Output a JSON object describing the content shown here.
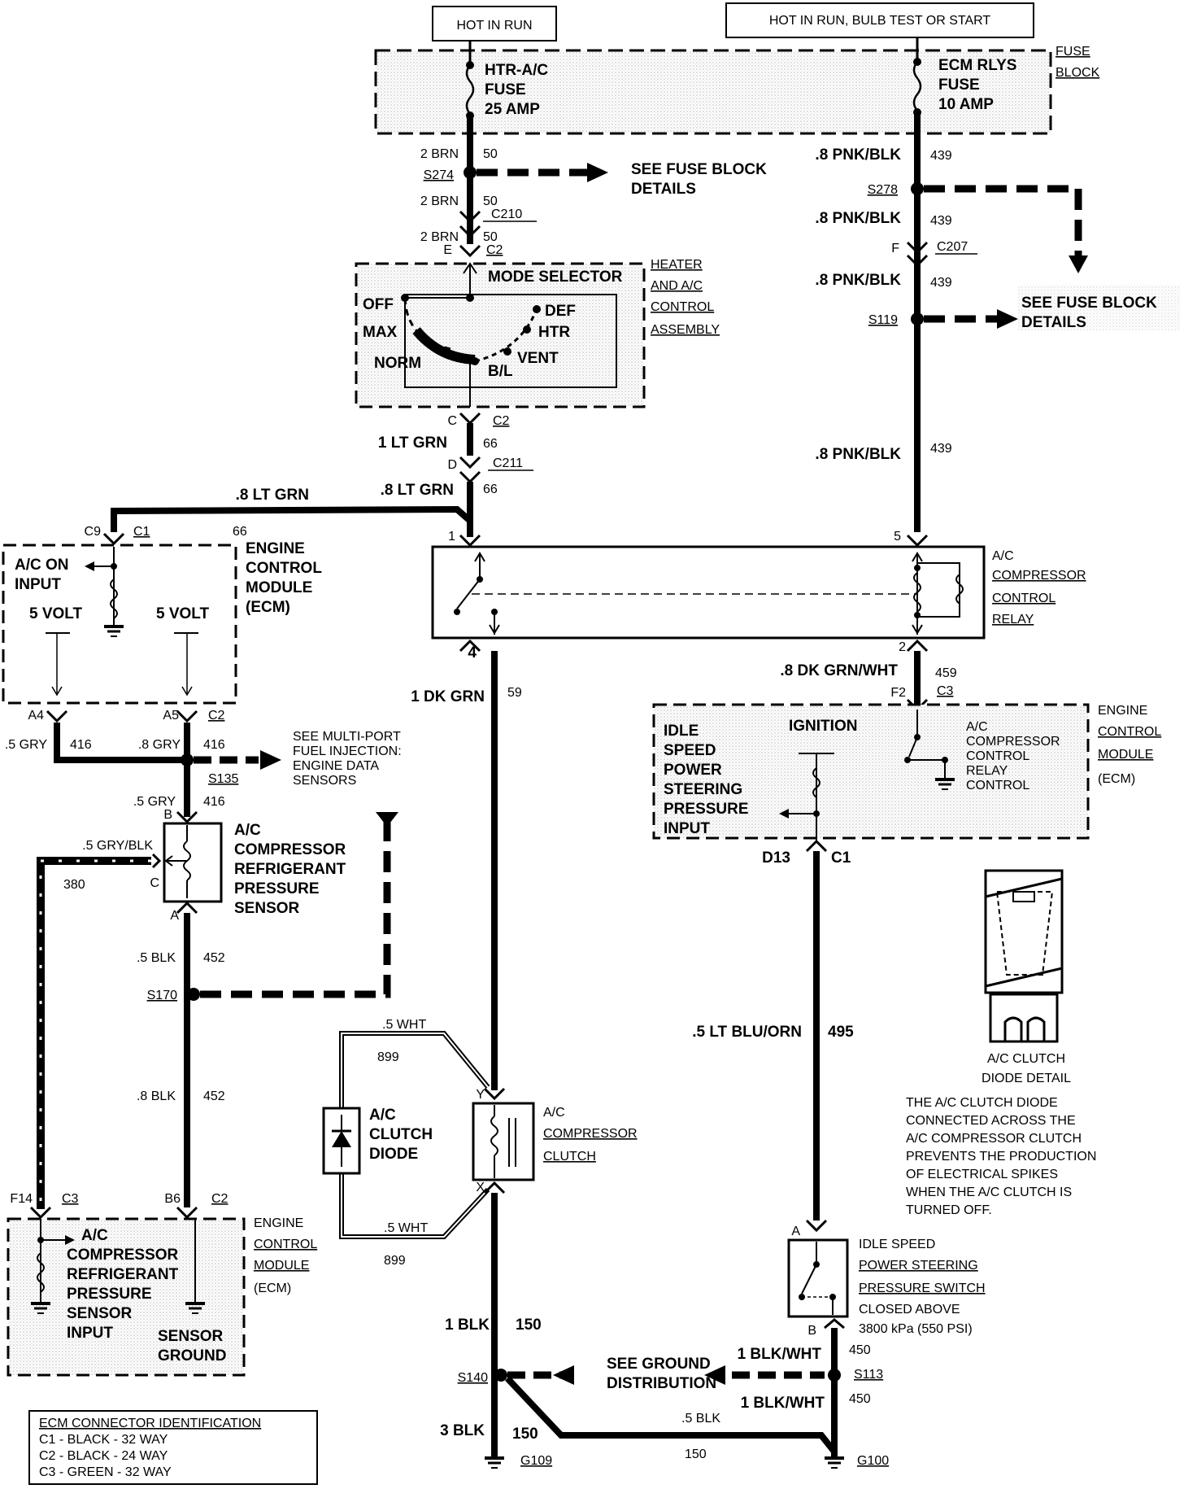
{
  "top_labels": {
    "hot_in_run": "HOT IN RUN",
    "hot_in_run_bulb": "HOT IN RUN, BULB TEST OR START"
  },
  "fuse_block": {
    "label1": "FUSE",
    "label2": "BLOCK",
    "htr_fuse": [
      "HTR-A/C",
      "FUSE",
      "25 AMP"
    ],
    "ecm_fuse": [
      "ECM RLYS",
      "FUSE",
      "10 AMP"
    ]
  },
  "left_circuit": {
    "w1": "2 BRN",
    "w1n": "50",
    "s274": "S274",
    "see_fuse": [
      "SEE FUSE BLOCK",
      "DETAILS"
    ],
    "w2": "2 BRN",
    "w2n": "50",
    "c210": "C210",
    "w3": "2 BRN",
    "w3n": "50",
    "pinE": "E",
    "c2a": "C2",
    "pinC": "C",
    "c2b": "C2",
    "w4": "1 LT GRN",
    "w4n": "66",
    "pinD": "D",
    "c211": "C211",
    "w5": ".8 LT GRN",
    "w5n": "66",
    "w6": ".8 LT GRN"
  },
  "mode_selector": {
    "title": "MODE SELECTOR",
    "positions": [
      "OFF",
      "MAX",
      "NORM",
      "DEF",
      "HTR",
      "VENT",
      "B/L"
    ],
    "assembly": [
      "HEATER",
      "AND A/C",
      "CONTROL",
      "ASSEMBLY"
    ]
  },
  "right_circuit": {
    "w1": ".8 PNK/BLK",
    "w1n": "439",
    "s278": "S278",
    "w2": ".8 PNK/BLK",
    "w2n": "439",
    "pinF": "F",
    "c207": "C207",
    "w3": ".8 PNK/BLK",
    "w3n": "439",
    "s119": "S119",
    "see_fuse": [
      "SEE FUSE BLOCK",
      "DETAILS"
    ],
    "w4": ".8 PNK/BLK",
    "w4n": "439"
  },
  "relay": {
    "pin1": "1",
    "pin5": "5",
    "pin4": "4",
    "pin2": "2",
    "title": [
      "A/C",
      "COMPRESSOR",
      "CONTROL",
      "RELAY"
    ]
  },
  "ecm_top": {
    "c9": "C9",
    "c1": "C1",
    "w66": "66",
    "ac_on": [
      "A/C ON",
      "INPUT"
    ],
    "v1": "5 VOLT",
    "v2": "5 VOLT",
    "title": [
      "ENGINE",
      "CONTROL",
      "MODULE",
      "(ECM)"
    ],
    "a4": "A4",
    "a5": "A5",
    "c2": "C2"
  },
  "sensor_wiring": {
    "w_gry_l": ".5 GRY",
    "n416a": "416",
    "w_gry_r": ".8 GRY",
    "n416b": "416",
    "see_mpfi": [
      "SEE MULTI-PORT",
      "FUEL INJECTION:",
      "ENGINE DATA",
      "SENSORS"
    ],
    "s135": "S135",
    "w_gry2": ".5 GRY",
    "n416c": "416",
    "pinB": "B",
    "gry_blk": ".5 GRY/BLK",
    "n380": "380",
    "pinC": "C",
    "pinA": "A",
    "sensor": [
      "A/C",
      "COMPRESSOR",
      "REFRIGERANT",
      "PRESSURE",
      "SENSOR"
    ],
    "blk1": ".5 BLK",
    "n452a": "452",
    "s170": "S170",
    "blk2": ".8 BLK",
    "n452b": "452"
  },
  "ecm_bottom": {
    "f14": "F14",
    "c3": "C3",
    "b6": "B6",
    "c2": "C2",
    "sensor_input": [
      "A/C",
      "COMPRESSOR",
      "REFRIGERANT",
      "PRESSURE",
      "SENSOR",
      "INPUT"
    ],
    "sensor_ground": [
      "SENSOR",
      "GROUND"
    ],
    "title": [
      "ENGINE",
      "CONTROL",
      "MODULE",
      "(ECM)"
    ]
  },
  "clutch_circuit": {
    "dk_grn": "1 DK GRN",
    "n59": "59",
    "wht1": ".5 WHT",
    "n899a": "899",
    "wht2": ".5 WHT",
    "n899b": "899",
    "diode": [
      "A/C",
      "CLUTCH",
      "DIODE"
    ],
    "pinY": "Y",
    "pinX": "X",
    "clutch": [
      "A/C",
      "COMPRESSOR",
      "CLUTCH"
    ],
    "blk1": "1 BLK",
    "n150a": "150",
    "s140": "S140",
    "see_ground": [
      "SEE GROUND",
      "DISTRIBUTION"
    ],
    "blk3": "3 BLK",
    "n150b": "150",
    "g109": "G109",
    "blk5": ".5 BLK",
    "n150c": "150"
  },
  "ecm_right": {
    "dk_grn_wht": ".8 DK GRN/WHT",
    "n459": "459",
    "f2": "F2",
    "c3": "C3",
    "idle": [
      "IDLE",
      "SPEED",
      "POWER",
      "STEERING",
      "PRESSURE",
      "INPUT"
    ],
    "ignition": "IGNITION",
    "relay_control": [
      "A/C",
      "COMPRESSOR",
      "CONTROL",
      "RELAY",
      "CONTROL"
    ],
    "title": [
      "ENGINE",
      "CONTROL",
      "MODULE",
      "(ECM)"
    ],
    "d13": "D13",
    "c1": "C1",
    "lt_blu": ".5 LT BLU/ORN",
    "n495": "495"
  },
  "ps_switch": {
    "pinA": "A",
    "pinB": "B",
    "title": [
      "IDLE SPEED",
      "POWER STEERING",
      "PRESSURE SWITCH"
    ],
    "closed": [
      "CLOSED ABOVE",
      "3800 kPa (550 PSI)"
    ],
    "blk_wht1": "1 BLK/WHT",
    "n450a": "450",
    "s113": "S113",
    "blk_wht2": "1 BLK/WHT",
    "n450b": "450",
    "g100": "G100"
  },
  "diode_detail": {
    "caption": [
      "A/C CLUTCH",
      "DIODE DETAIL"
    ],
    "note": [
      "THE A/C CLUTCH DIODE",
      "CONNECTED ACROSS THE",
      "A/C COMPRESSOR CLUTCH",
      "PREVENTS THE PRODUCTION",
      "OF ELECTRICAL SPIKES",
      "WHEN THE A/C CLUTCH IS",
      "TURNED OFF."
    ]
  },
  "ecm_id": {
    "title": "ECM CONNECTOR IDENTIFICATION",
    "rows": [
      "C1 - BLACK - 32 WAY",
      "C2 - BLACK - 24 WAY",
      "C3 - GREEN - 32 WAY"
    ]
  }
}
